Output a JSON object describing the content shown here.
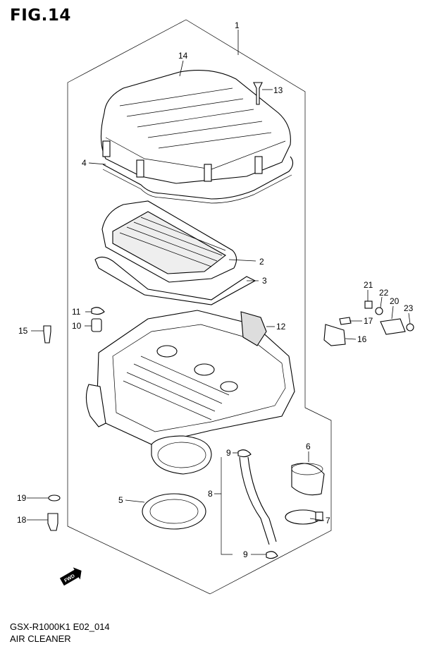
{
  "header": {
    "title": "FIG.14"
  },
  "footer": {
    "model_code": "GSX-R1000K1 E02_014",
    "assembly_name": "AIR CLEANER"
  },
  "fwd_badge": "FWD",
  "callouts": [
    {
      "id": "c1",
      "label": "1"
    },
    {
      "id": "c14",
      "label": "14"
    },
    {
      "id": "c13",
      "label": "13"
    },
    {
      "id": "c4",
      "label": "4"
    },
    {
      "id": "c2",
      "label": "2"
    },
    {
      "id": "c3",
      "label": "3"
    },
    {
      "id": "c21",
      "label": "21"
    },
    {
      "id": "c22",
      "label": "22"
    },
    {
      "id": "c20",
      "label": "20"
    },
    {
      "id": "c23",
      "label": "23"
    },
    {
      "id": "c11",
      "label": "11"
    },
    {
      "id": "c10",
      "label": "10"
    },
    {
      "id": "c12",
      "label": "12"
    },
    {
      "id": "c17",
      "label": "17"
    },
    {
      "id": "c15",
      "label": "15"
    },
    {
      "id": "c16",
      "label": "16"
    },
    {
      "id": "c6",
      "label": "6"
    },
    {
      "id": "c9a",
      "label": "9"
    },
    {
      "id": "c8",
      "label": "8"
    },
    {
      "id": "c19",
      "label": "19"
    },
    {
      "id": "c5",
      "label": "5"
    },
    {
      "id": "c7",
      "label": "7"
    },
    {
      "id": "c18",
      "label": "18"
    },
    {
      "id": "c9b",
      "label": "9"
    }
  ]
}
